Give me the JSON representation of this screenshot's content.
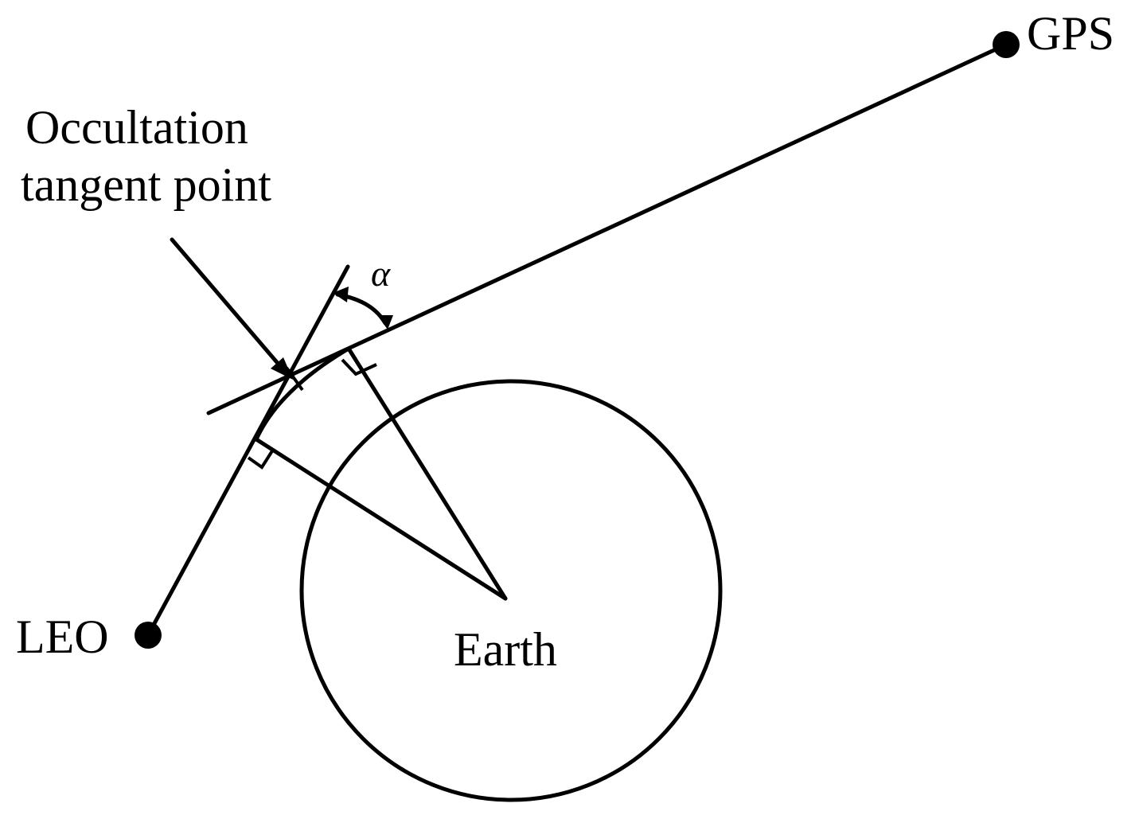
{
  "labels": {
    "gps": "GPS",
    "leo": "LEO",
    "earth": "Earth",
    "tangent_point_line1": "Occultation",
    "tangent_point_line2": "tangent point",
    "angle": "α"
  },
  "colors": {
    "ink": "#000000",
    "background": "#ffffff"
  }
}
